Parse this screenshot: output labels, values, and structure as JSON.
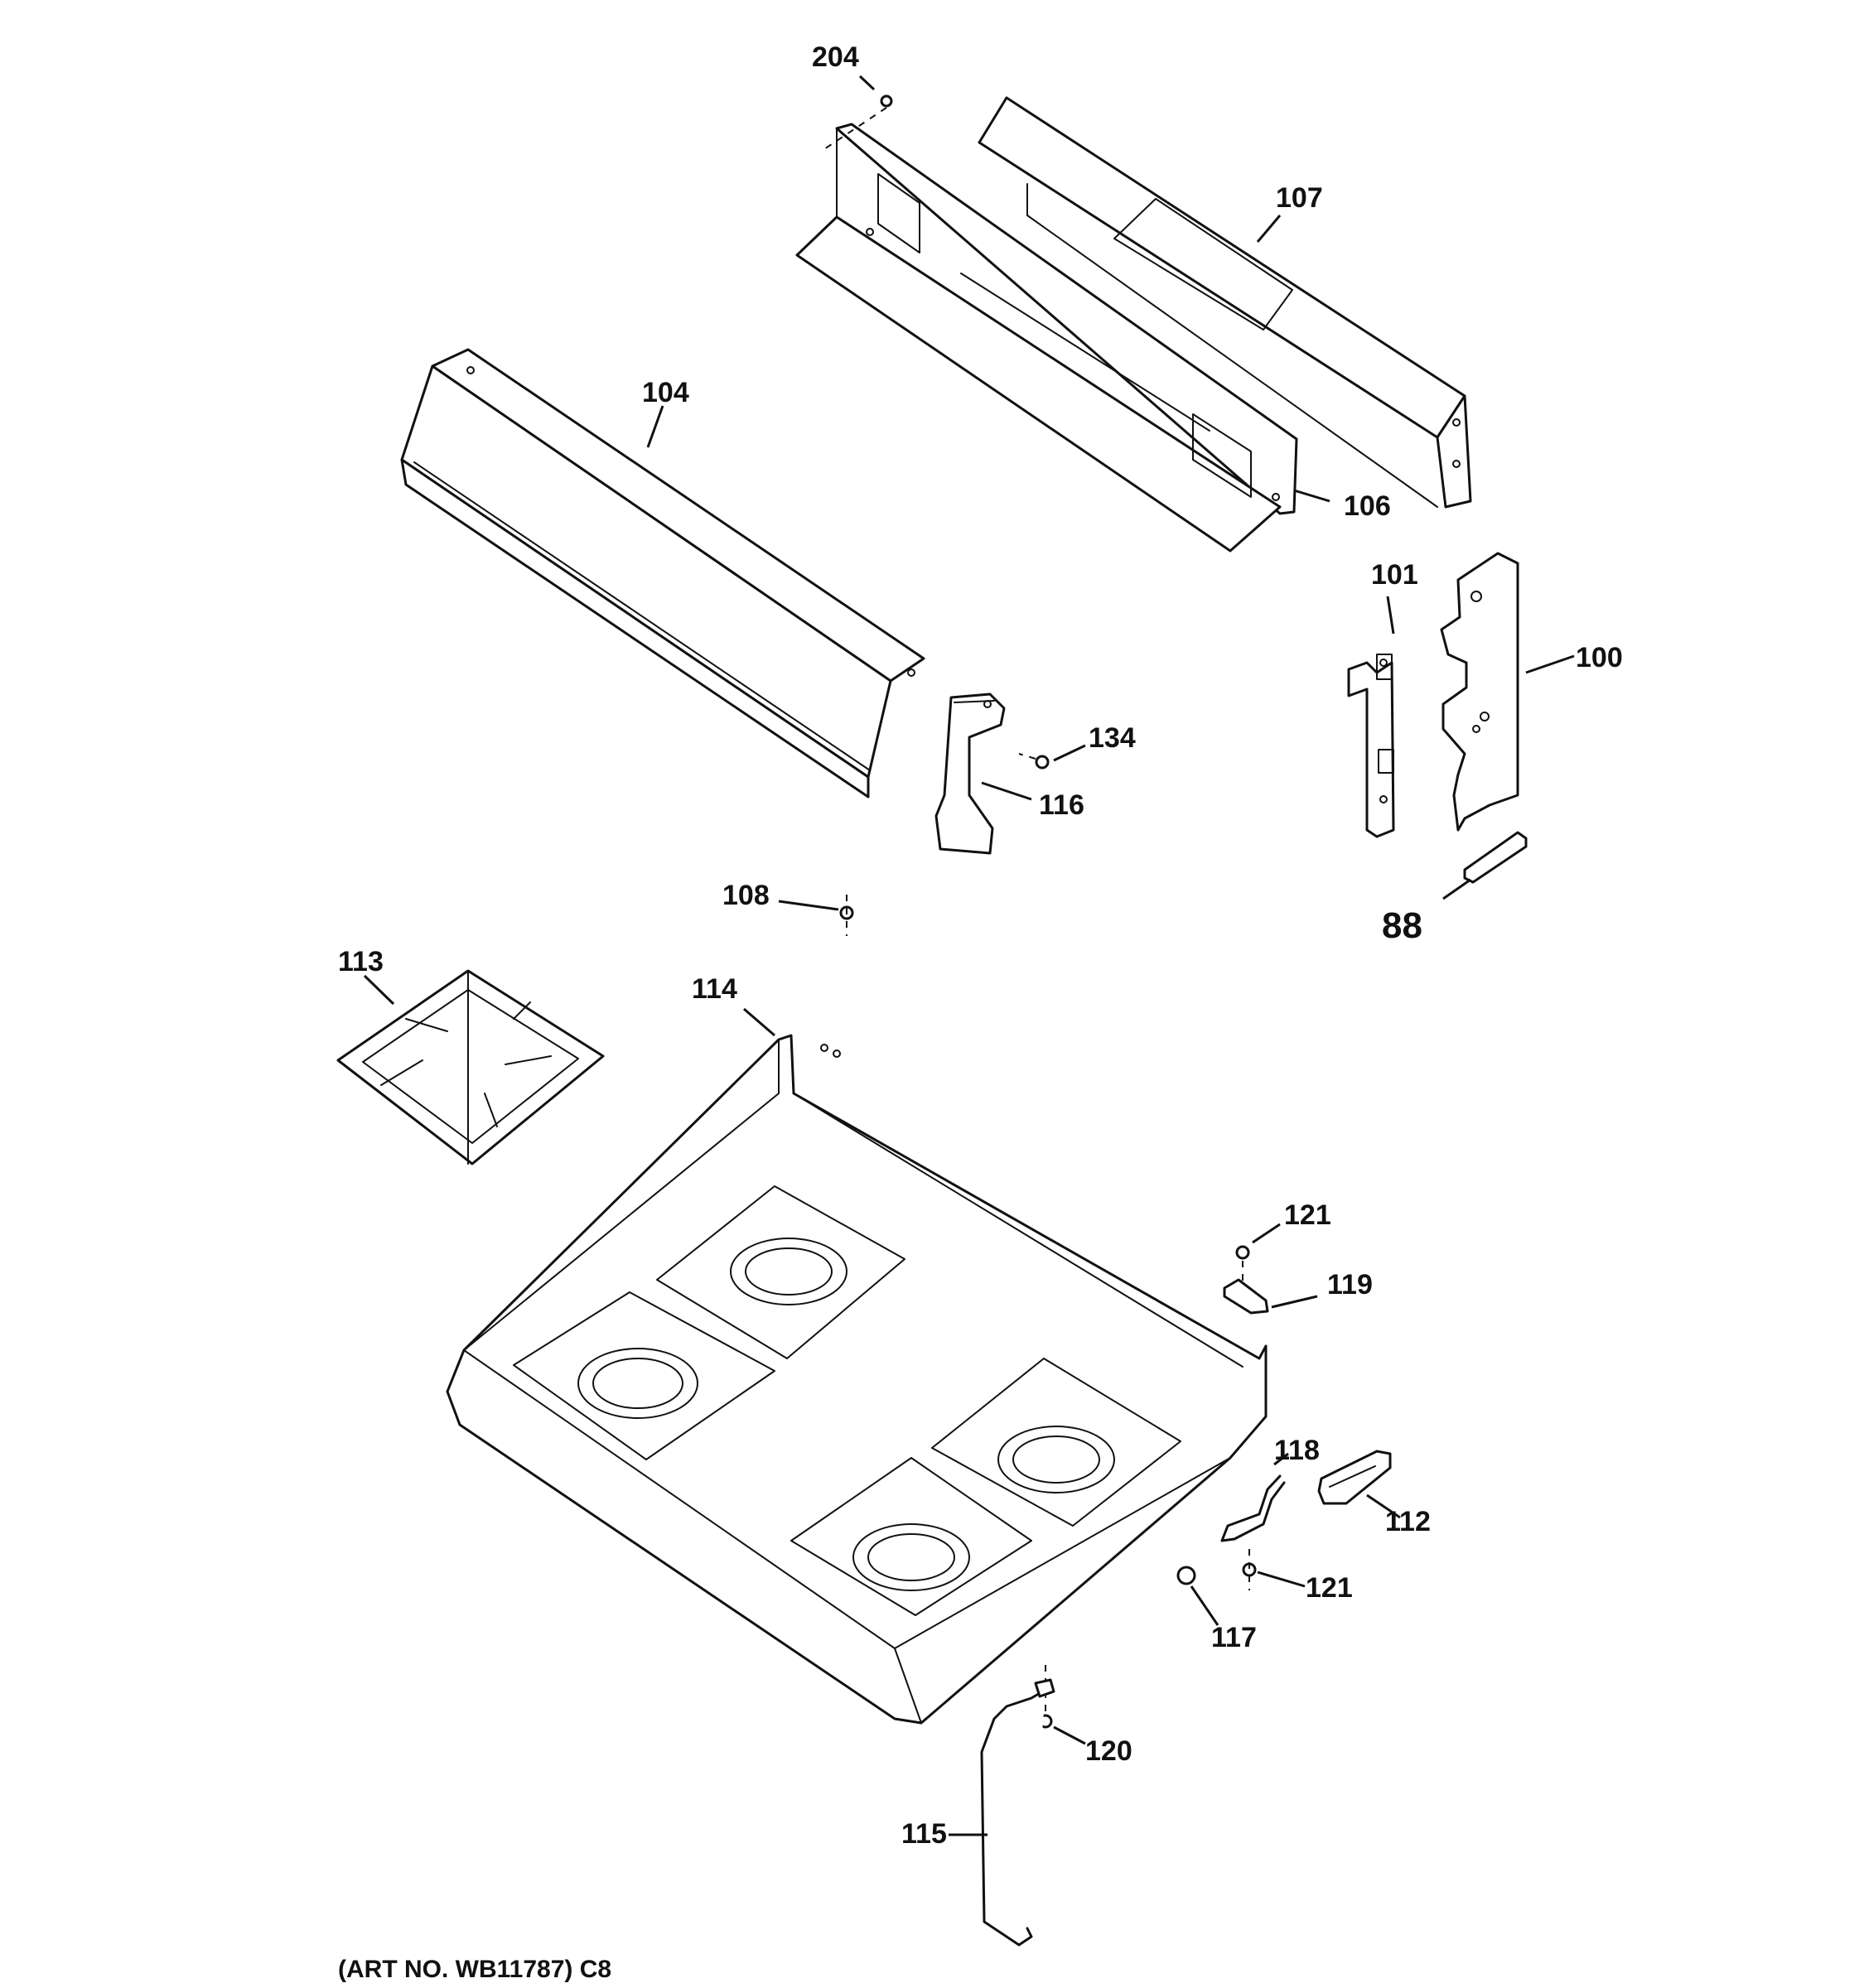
{
  "labels": {
    "p204": "204",
    "p107": "107",
    "p104": "104",
    "p106": "106",
    "p101": "101",
    "p100": "100",
    "p134": "134",
    "p116": "116",
    "p108": "108",
    "p88": "88",
    "p113": "113",
    "p114": "114",
    "p121a": "121",
    "p119": "119",
    "p118": "118",
    "p112": "112",
    "p121b": "121",
    "p117": "117",
    "p120": "120",
    "p115": "115"
  },
  "art_number": "(ART NO. WB11787) C8"
}
